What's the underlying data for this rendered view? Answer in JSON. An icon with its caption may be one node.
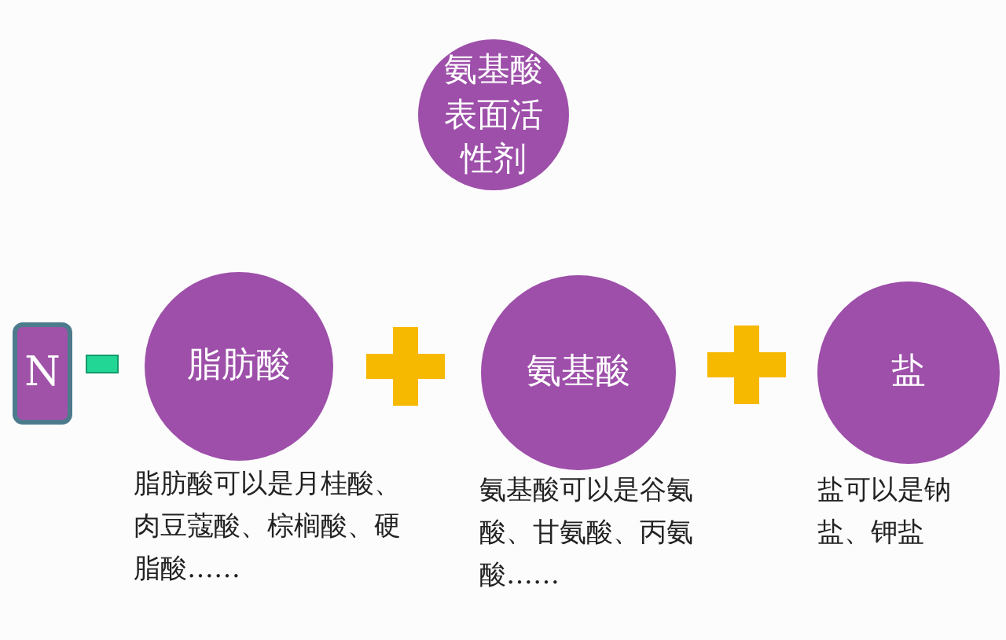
{
  "diagram": {
    "nodes": [
      {
        "text": [
          "氨基酸表面活性剂"
        ]
      },
      {
        "text": [
          "N"
        ]
      },
      {
        "text": [
          "脂肪酸"
        ],
        "beside": [
          "脂肪酸可以是月桂酸、肉豆蔻酸、棕榈酸、硬脂酸……"
        ]
      },
      {
        "text": [
          "氨基酸"
        ],
        "beside": [
          "氨基酸可以是谷氨酸、甘氨酸、丙氨酸……"
        ]
      },
      {
        "text": [
          "盐"
        ],
        "beside": [
          "盐可以是钠盐、钾盐"
        ]
      }
    ]
  }
}
